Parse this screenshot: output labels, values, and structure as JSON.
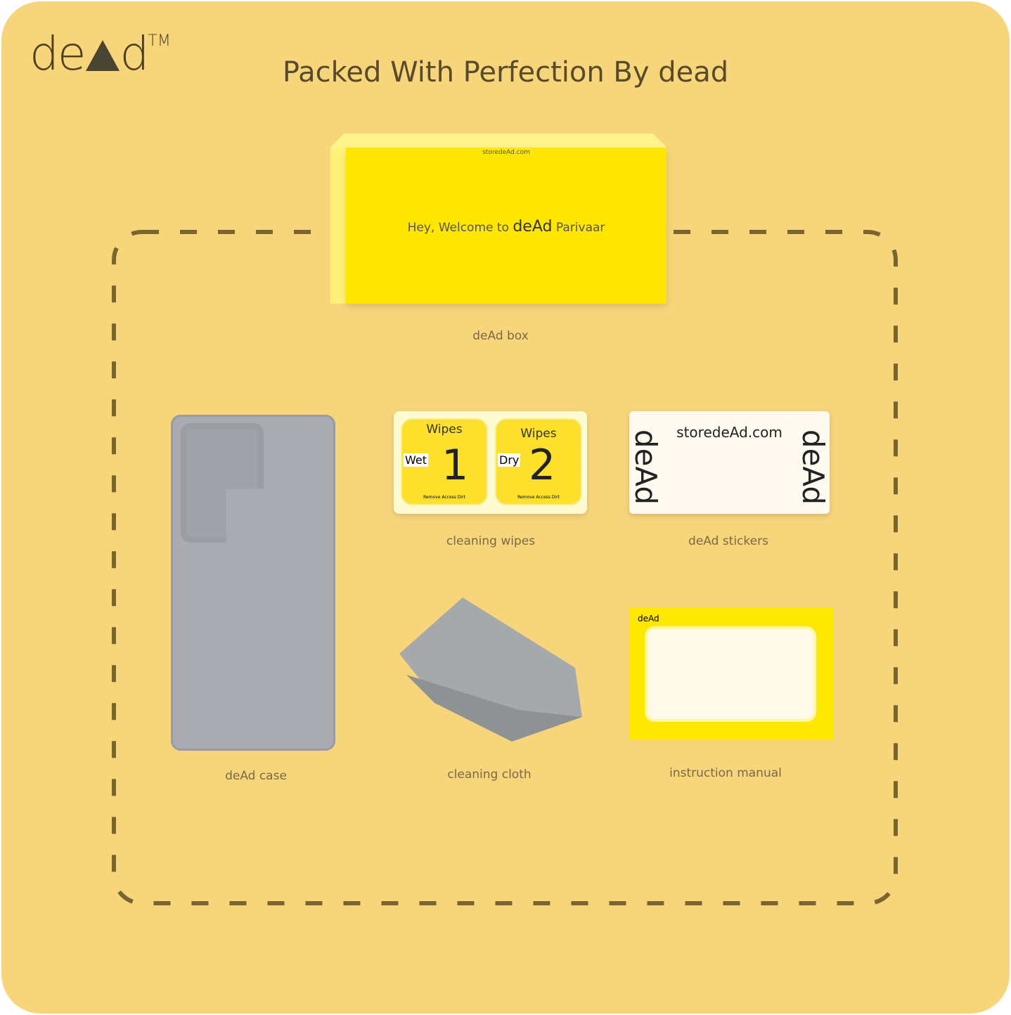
{
  "brand": {
    "logo": "deAd",
    "tm": "TM"
  },
  "title": "Packed With Perfection By dead",
  "items": {
    "box": {
      "label": "deAd box",
      "greeting": "Hey, Welcome to",
      "brand": "deAd",
      "suffix": "Parivaar",
      "site": "storedeAd.com"
    },
    "case": {
      "label": "deAd case"
    },
    "wipes": {
      "label": "cleaning wipes",
      "w1": {
        "title": "Wipes",
        "type": "Wet",
        "num": "1",
        "note": "Remove Access Dirt"
      },
      "w2": {
        "title": "Wipes",
        "type": "Dry",
        "num": "2",
        "note": "Remove Access Dirt"
      }
    },
    "stickers": {
      "label": "deAd stickers",
      "site": "storedeAd.com"
    },
    "cloth": {
      "label": "cleaning cloth"
    },
    "manual": {
      "label": "instruction manual",
      "brand": "deAd"
    }
  },
  "colors": {
    "background": "#f7d57b",
    "text": "#5a4a2c",
    "accent": "#ffe600"
  }
}
